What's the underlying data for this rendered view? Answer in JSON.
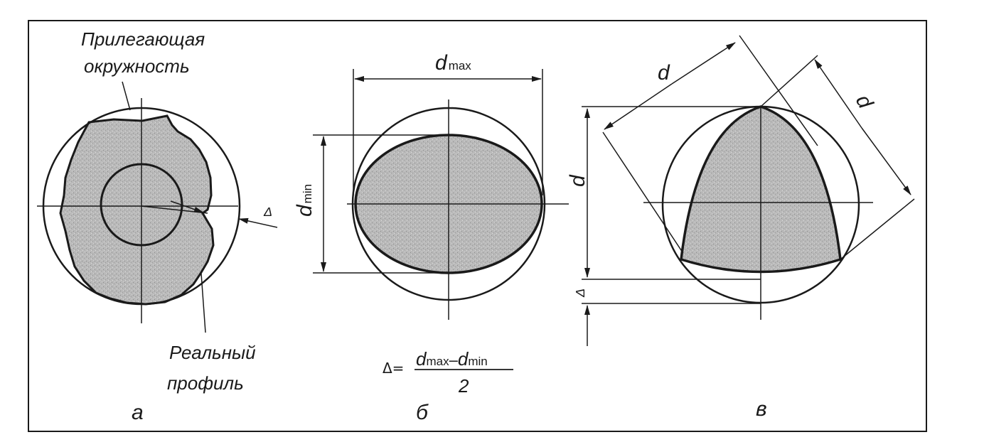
{
  "panel_a": {
    "label_adjacent_line1": "Прилегающая",
    "label_adjacent_line2": "окружность",
    "label_real_line1": "Реальный",
    "label_real_line2": "профиль",
    "delta": "Δ",
    "caption": "а"
  },
  "panel_b": {
    "d_letter": "d",
    "sub_max": "max",
    "sub_min": "min",
    "formula_lhs": "Δ=",
    "formula_minus": "–",
    "formula_den": "2",
    "caption": "б"
  },
  "panel_c": {
    "d_letter": "d",
    "delta": "Δ",
    "caption": "в"
  },
  "colors": {
    "ink": "#1a1a1a",
    "fill": "#b4b4b4"
  }
}
